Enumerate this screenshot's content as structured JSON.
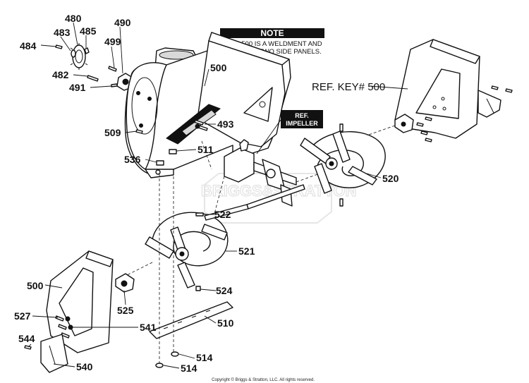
{
  "note": {
    "title": "NOTE",
    "line1": "KEY# 500 IS A WELDMENT AND",
    "line2": "INCLUDES TWO SIDE PANELS."
  },
  "ref_impeller": {
    "line1": "REF.",
    "line2": "IMPELLER"
  },
  "ref_key": "REF. KEY# 500",
  "watermark": "BRIGGS&STRATTON",
  "copyright": "Copyright © Briggs & Stratton, LLC. All rights reserved.",
  "callouts": {
    "c480": "480",
    "c483": "483",
    "c485": "485",
    "c490": "490",
    "c484": "484",
    "c499": "499",
    "c482": "482",
    "c491": "491",
    "c500a": "500",
    "c493": "493",
    "c509": "509",
    "c511": "511",
    "c536": "536",
    "c520": "520",
    "c522": "522",
    "c521": "521",
    "c500b": "500",
    "c524": "524",
    "c525": "525",
    "c527": "527",
    "c541": "541",
    "c510": "510",
    "c544": "544",
    "c514a": "514",
    "c514b": "514",
    "c540": "540"
  }
}
